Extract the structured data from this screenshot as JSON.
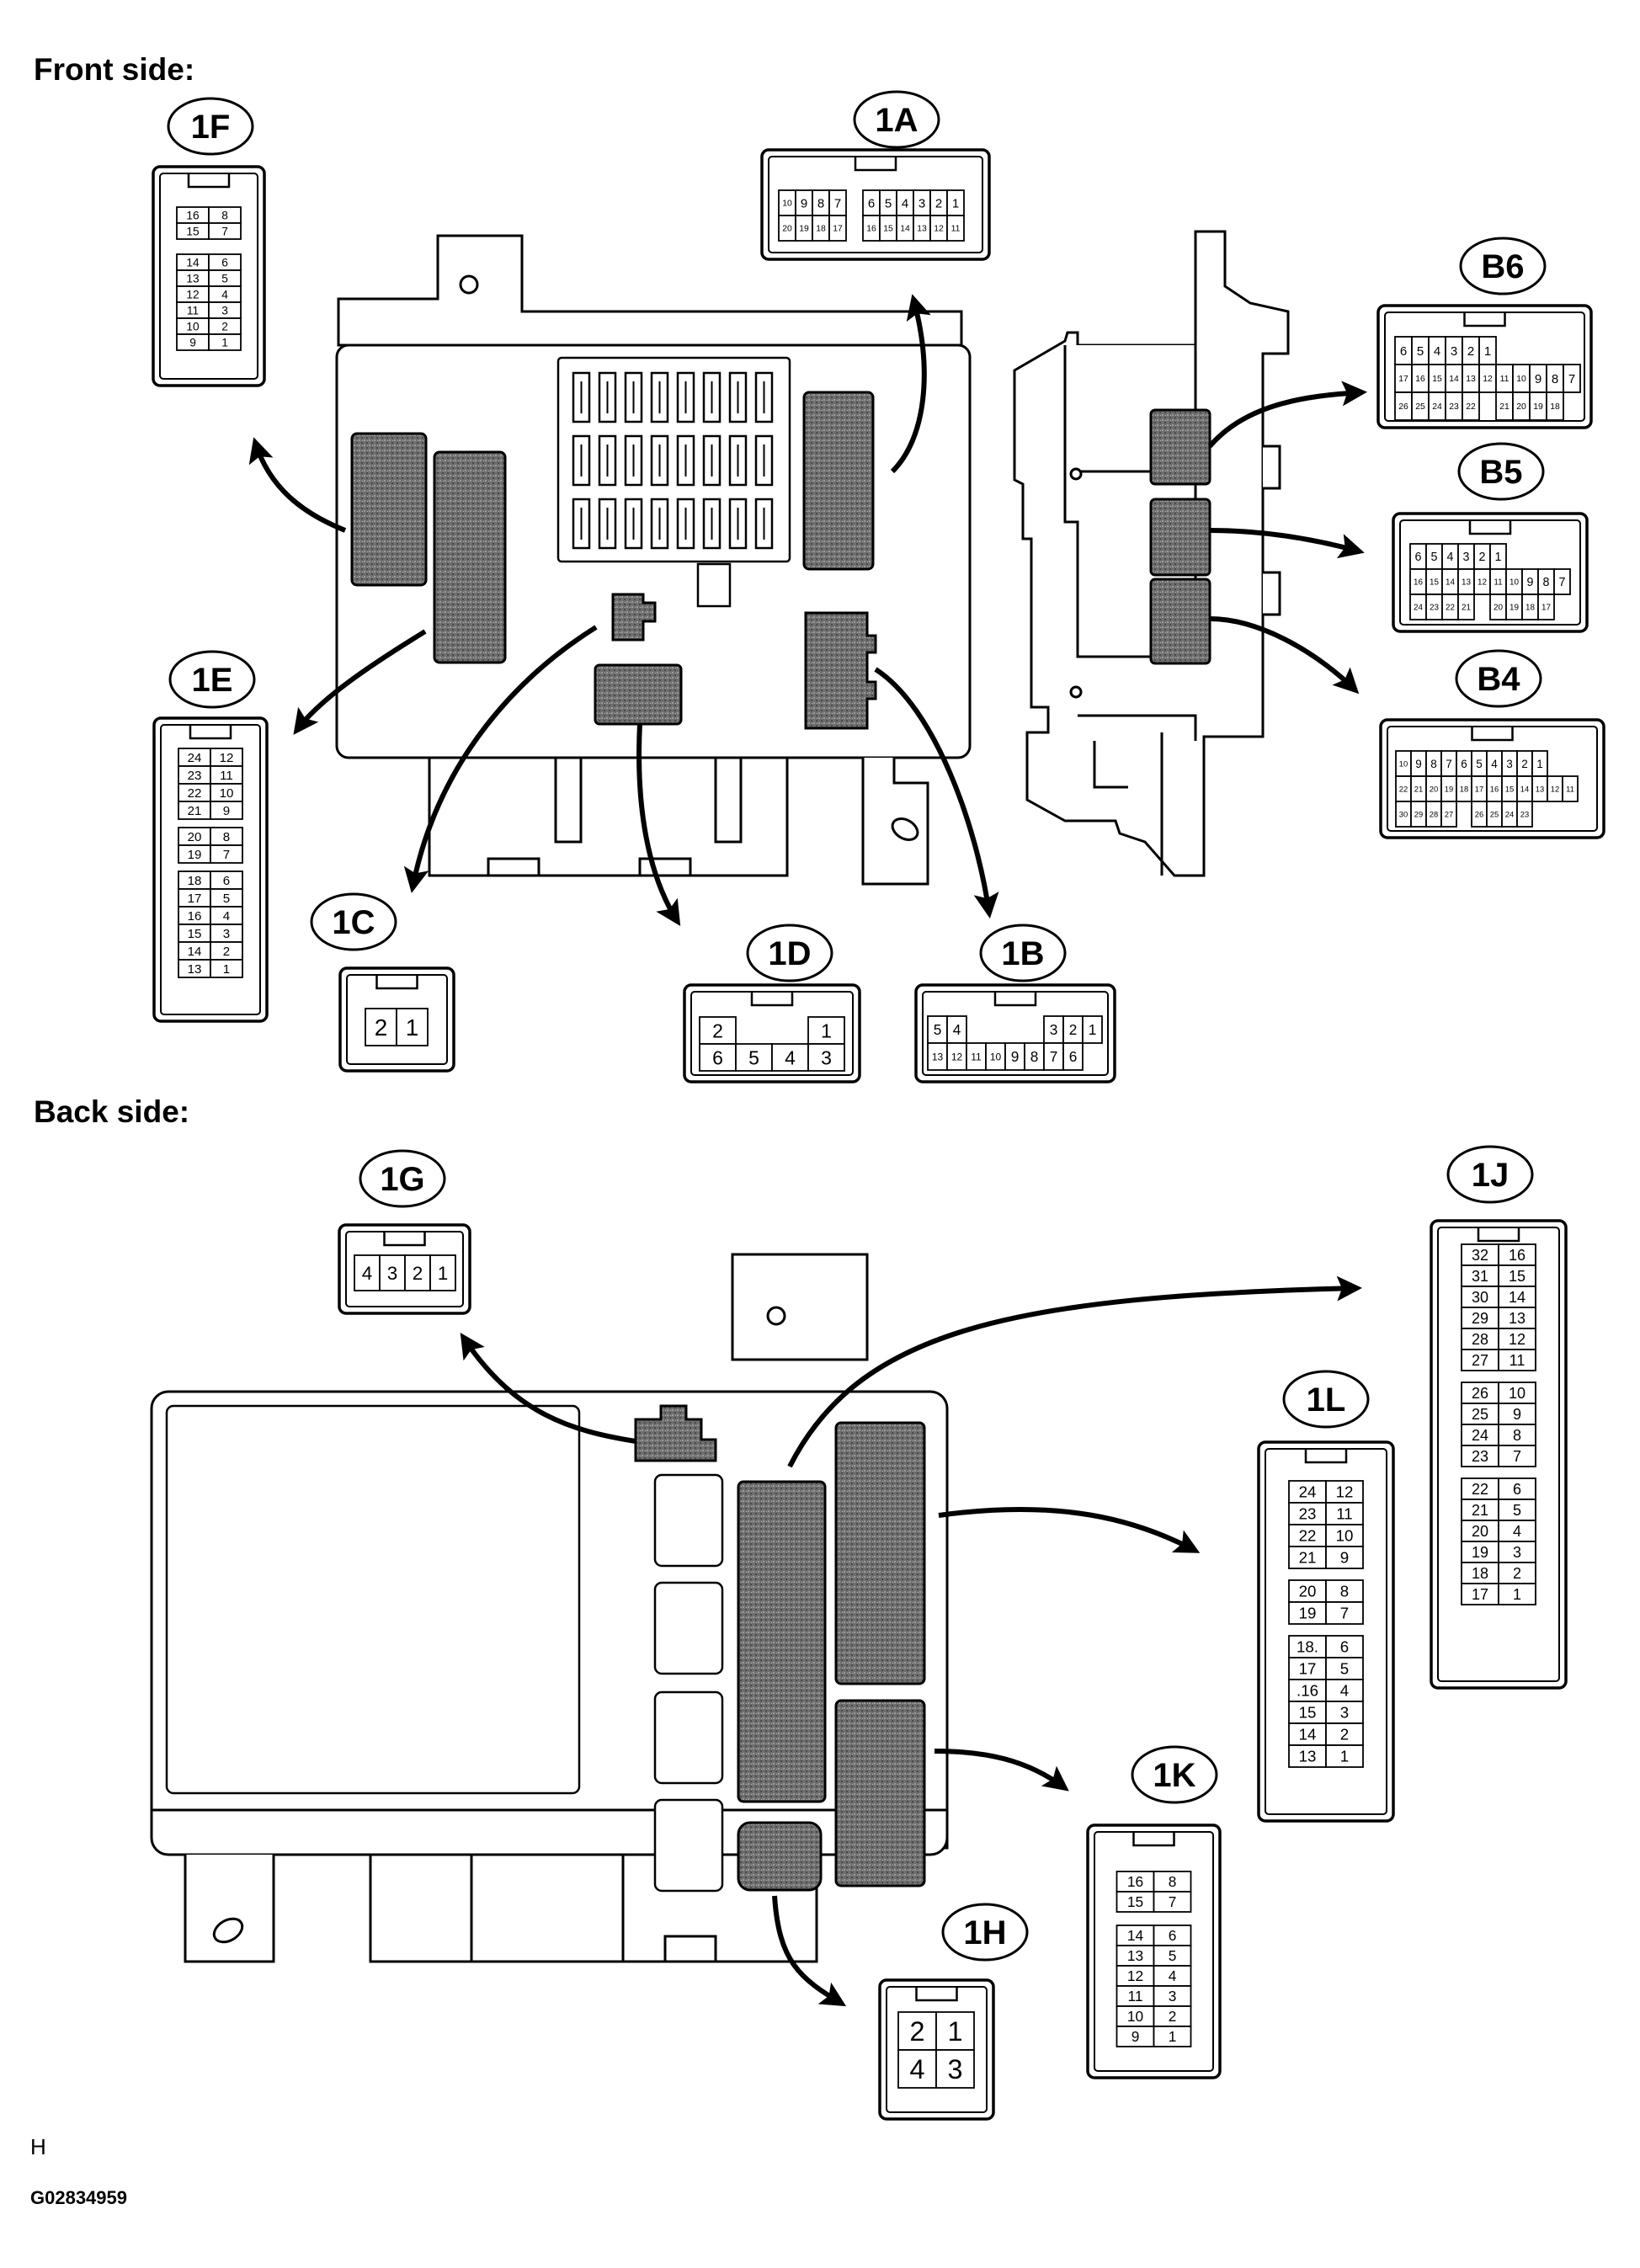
{
  "labels": {
    "front": "Front side:",
    "back": "Back side:"
  },
  "footer": {
    "letter": "H",
    "code": "G02834959"
  },
  "connectors": {
    "1F": {
      "label": "1F",
      "rows": [
        [
          "16",
          "8"
        ],
        [
          "15",
          "7"
        ],
        [],
        [
          "14",
          "6"
        ],
        [
          "13",
          "5"
        ],
        [
          "12",
          "4"
        ],
        [
          "11",
          "3"
        ],
        [
          "10",
          "2"
        ],
        [
          "9",
          "1"
        ]
      ]
    },
    "1A": {
      "label": "1A",
      "rows": [
        [
          "10",
          "9",
          "8",
          "7",
          "",
          "6",
          "5",
          "4",
          "3",
          "2",
          "1"
        ],
        [
          "20",
          "19",
          "18",
          "17",
          "",
          "16",
          "15",
          "14",
          "13",
          "12",
          "11"
        ]
      ]
    },
    "B6": {
      "label": "B6",
      "rows": [
        [
          "6",
          "5",
          "4",
          "3",
          "2",
          "1"
        ],
        [
          "17",
          "16",
          "15",
          "14",
          "13",
          "12",
          "11",
          "10",
          "9",
          "8",
          "7"
        ],
        [
          "26",
          "25",
          "24",
          "23",
          "22",
          "",
          "21",
          "20",
          "19",
          "18"
        ]
      ]
    },
    "B5": {
      "label": "B5",
      "rows": [
        [
          "6",
          "5",
          "4",
          "3",
          "2",
          "1"
        ],
        [
          "16",
          "15",
          "14",
          "13",
          "12",
          "11",
          "10",
          "9",
          "8",
          "7"
        ],
        [
          "24",
          "23",
          "22",
          "21",
          "",
          "20",
          "19",
          "18",
          "17"
        ]
      ]
    },
    "B4": {
      "label": "B4",
      "rows": [
        [
          "10",
          "9",
          "8",
          "7",
          "6",
          "5",
          "4",
          "3",
          "2",
          "1"
        ],
        [
          "22",
          "21",
          "20",
          "19",
          "18",
          "17",
          "16",
          "15",
          "14",
          "13",
          "12",
          "11"
        ],
        [
          "30",
          "29",
          "28",
          "27",
          "",
          "26",
          "25",
          "24",
          "23"
        ]
      ]
    },
    "1E": {
      "label": "1E",
      "rows": [
        [
          "24",
          "12"
        ],
        [
          "23",
          "11"
        ],
        [
          "22",
          "10"
        ],
        [
          "21",
          "9"
        ],
        [],
        [
          "20",
          "8"
        ],
        [
          "19",
          "7"
        ],
        [],
        [
          "18",
          "6"
        ],
        [
          "17",
          "5"
        ],
        [
          "16",
          "4"
        ],
        [
          "15",
          "3"
        ],
        [
          "14",
          "2"
        ],
        [
          "13",
          "1"
        ]
      ]
    },
    "1C": {
      "label": "1C",
      "rows": [
        [
          "2",
          "1"
        ]
      ]
    },
    "1D": {
      "label": "1D",
      "rows": [
        [
          "2",
          "",
          "",
          "1"
        ],
        [
          "6",
          "5",
          "4",
          "3"
        ]
      ]
    },
    "1B": {
      "label": "1B",
      "rows": [
        [
          "5",
          "4",
          "",
          "",
          "",
          "",
          "3",
          "2",
          "1"
        ],
        [
          "13",
          "12",
          "11",
          "10",
          "9",
          "8",
          "7",
          "6"
        ]
      ]
    },
    "1G": {
      "label": "1G",
      "rows": [
        [
          "4",
          "3",
          "2",
          "1"
        ]
      ]
    },
    "1J": {
      "label": "1J",
      "rows": [
        [
          "32",
          "16"
        ],
        [
          "31",
          "15"
        ],
        [
          "30",
          "14"
        ],
        [
          "29",
          "13"
        ],
        [
          "28",
          "12"
        ],
        [
          "27",
          "11"
        ],
        [],
        [
          "26",
          "10"
        ],
        [
          "25",
          "9"
        ],
        [
          "24",
          "8"
        ],
        [
          "23",
          "7"
        ],
        [],
        [
          "22",
          "6"
        ],
        [
          "21",
          "5"
        ],
        [
          "20",
          "4"
        ],
        [
          "19",
          "3"
        ],
        [
          "18",
          "2"
        ],
        [
          "17",
          "1"
        ]
      ]
    },
    "1L": {
      "label": "1L",
      "rows": [
        [
          "24",
          "12"
        ],
        [
          "23",
          "11"
        ],
        [
          "22",
          "10"
        ],
        [
          "21",
          "9"
        ],
        [],
        [
          "20",
          "8"
        ],
        [
          "19",
          "7"
        ],
        [],
        [
          "18.",
          "6"
        ],
        [
          "17",
          "5"
        ],
        [
          ".16",
          "4"
        ],
        [
          "15",
          "3"
        ],
        [
          "14",
          "2"
        ],
        [
          "13",
          "1"
        ]
      ]
    },
    "1H": {
      "label": "1H",
      "rows": [
        [
          "2",
          "1"
        ],
        [
          "4",
          "3"
        ]
      ]
    },
    "1K": {
      "label": "1K",
      "rows": [
        [
          "16",
          "8"
        ],
        [
          "15",
          "7"
        ],
        [],
        [
          "14",
          "6"
        ],
        [
          "13",
          "5"
        ],
        [
          "12",
          "4"
        ],
        [
          "11",
          "3"
        ],
        [
          "10",
          "2"
        ],
        [
          "9",
          "1"
        ]
      ]
    }
  }
}
